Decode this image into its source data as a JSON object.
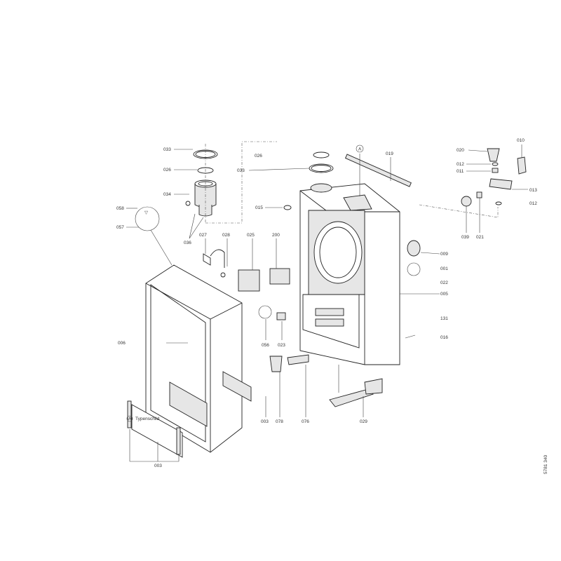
{
  "labels": {
    "l033a": "033",
    "l026a": "026",
    "l034": "034",
    "l058": "058",
    "l057": "057",
    "l036": "036",
    "l027": "027",
    "l028": "028",
    "l025": "025",
    "l200": "200",
    "l026b": "026",
    "l033b": "033",
    "l015": "015",
    "lA": "A",
    "l019": "019",
    "l020": "020",
    "l010": "010",
    "l012a": "012",
    "l011": "011",
    "l013": "013",
    "l012b": "012",
    "l039": "039",
    "l021": "021",
    "l009": "009",
    "l001": "001",
    "l022": "022",
    "l005": "005",
    "l131": "131",
    "l016": "016",
    "l006": "006",
    "l056": "056",
    "l023": "023",
    "l003a": "003",
    "l078": "078",
    "l076": "076",
    "l029": "029",
    "l003b": "003"
  },
  "legend": {
    "marker": "A",
    "text": "Typenschild"
  },
  "drawing_number": "5781 340"
}
